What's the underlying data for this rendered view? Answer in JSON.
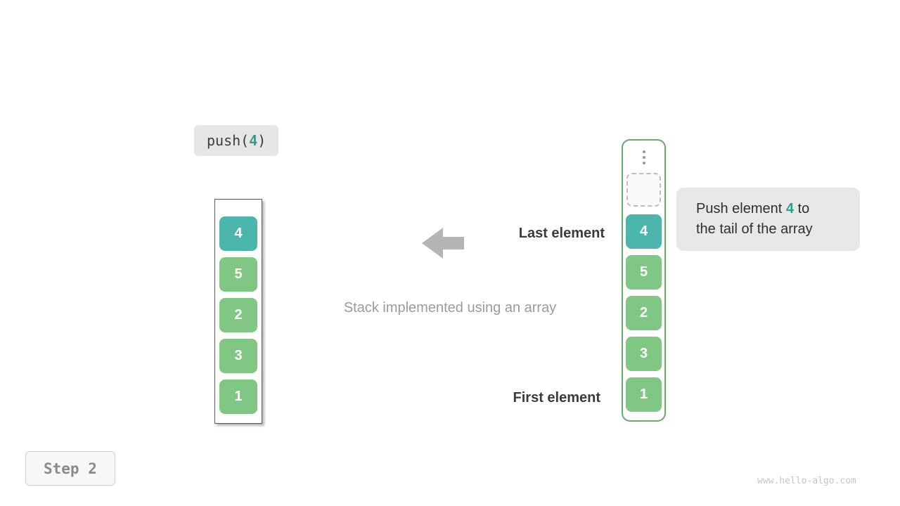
{
  "operation": {
    "prefix": "push(",
    "value": "4",
    "suffix": ")"
  },
  "left_stack": {
    "values": [
      "4",
      "5",
      "2",
      "3",
      "1"
    ]
  },
  "right_stack": {
    "values": [
      "4",
      "5",
      "2",
      "3",
      "1"
    ]
  },
  "labels": {
    "last_element": "Last element",
    "first_element": "First element"
  },
  "caption": "Stack implemented using an array",
  "tooltip": {
    "text_before": "Push element ",
    "highlight": "4",
    "text_after": " to",
    "line2": "the tail of the array"
  },
  "step_label": "Step 2",
  "watermark": "www.hello-algo.com",
  "icons": {
    "ellipsis": "vertical-ellipsis",
    "arrow": "left-arrow"
  },
  "colors": {
    "teal": "#4db6ac",
    "green": "#81c784",
    "accent_text": "#2e9d8e",
    "code_bg": "#e6e6e6",
    "tooltip_bg": "#e8e8e8",
    "arrow_gray": "#b5b5b5"
  }
}
